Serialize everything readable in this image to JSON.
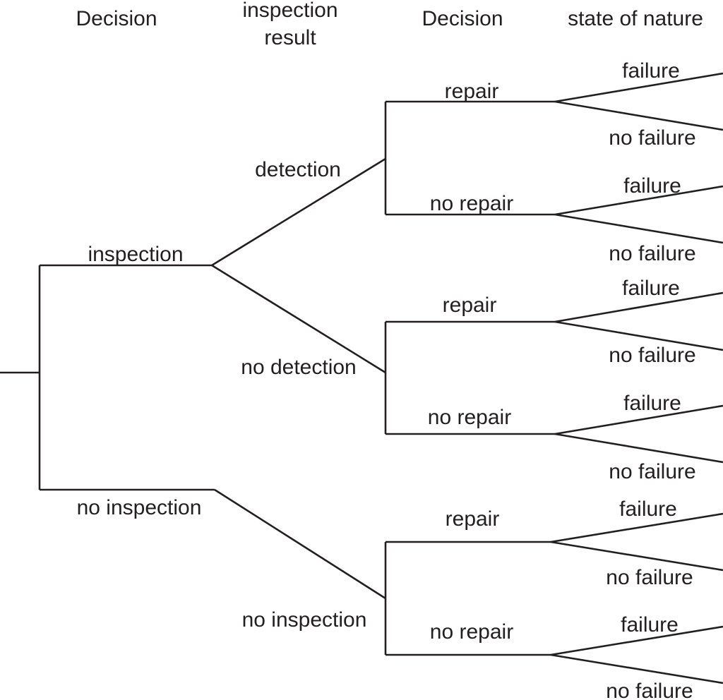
{
  "headers": {
    "decision_1": "Decision",
    "inspection_result_line1": "inspection",
    "inspection_result_line2": "result",
    "decision_2": "Decision",
    "state_of_nature": "state of nature"
  },
  "branches": {
    "inspection": "inspection",
    "no_inspection": "no inspection",
    "detection": "detection",
    "no_detection": "no detection",
    "no_inspection_result": "no inspection",
    "repair": "repair",
    "no_repair": "no repair",
    "failure": "failure",
    "no_failure": "no failure"
  },
  "colors": {
    "ink": "#231f20",
    "background": "#ffffff"
  }
}
